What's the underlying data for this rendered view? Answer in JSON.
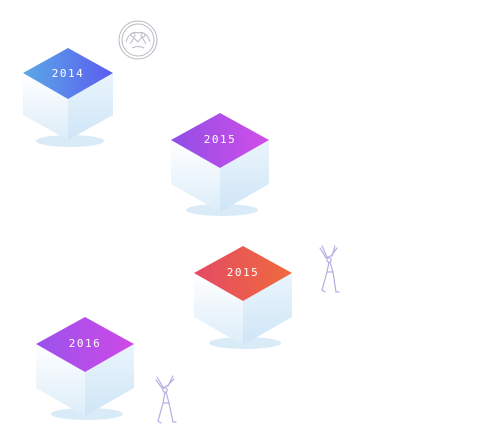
{
  "timeline": {
    "blocks": [
      {
        "year": "2014",
        "top_color_start": "#5aa9e6",
        "top_color_end": "#5b5cf0"
      },
      {
        "year": "2015",
        "top_color_start": "#8f4ee6",
        "top_color_end": "#d24ee8"
      },
      {
        "year": "2015",
        "top_color_start": "#e34a63",
        "top_color_end": "#f06a3e"
      },
      {
        "year": "2016",
        "top_color_start": "#9a52ec",
        "top_color_end": "#cf49e6"
      }
    ],
    "side_colors": {
      "light": "#f1f8fd",
      "mid": "#e2f0fa",
      "dark": "#d3e8f6"
    },
    "doodle_color": "#b4aee0"
  },
  "icons": [
    "team-badge-icon",
    "dancing-figure-icon",
    "dancing-figure-icon"
  ]
}
